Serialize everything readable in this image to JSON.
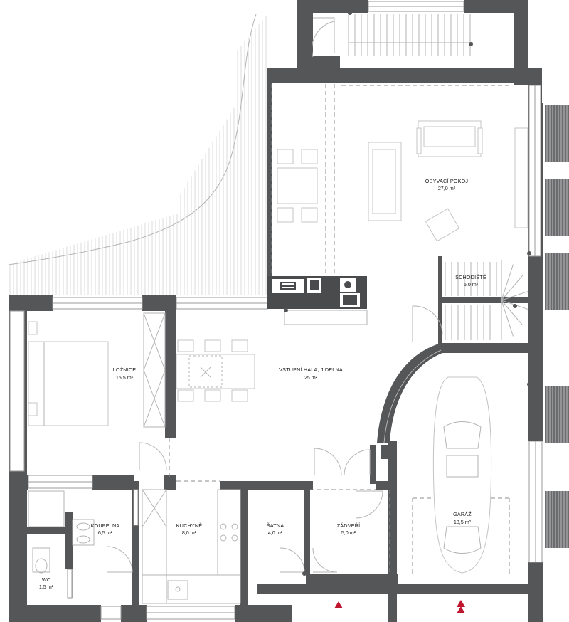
{
  "rooms": [
    {
      "id": "obyvaci",
      "name": "OBÝVACÍ POKOJ",
      "area": "27,0 m²"
    },
    {
      "id": "schodiste",
      "name": "SCHODIŠTĚ",
      "area": "5,0 m²"
    },
    {
      "id": "loznice",
      "name": "LOŽNICE",
      "area": "15,5 m²"
    },
    {
      "id": "hala",
      "name": "VSTUPNÍ HALA, JÍDELNA",
      "area": "25 m²"
    },
    {
      "id": "koupelna",
      "name": "KOUPELNA",
      "area": "6,5 m²"
    },
    {
      "id": "kuchyne",
      "name": "KUCHYNĚ",
      "area": "8,0 m²"
    },
    {
      "id": "satna",
      "name": "ŠATNA",
      "area": "4,0 m²"
    },
    {
      "id": "zadveri",
      "name": "ZÁDVEŘÍ",
      "area": "5,0 m²"
    },
    {
      "id": "garaz",
      "name": "GARÁŽ",
      "area": "18,5 m²"
    },
    {
      "id": "wc",
      "name": "WC",
      "area": "1,5 m²"
    }
  ],
  "colors": {
    "wall": "#555658",
    "line": "#b3b3b3",
    "entrance_arrow": "#c0152f"
  },
  "entrances": [
    "main-entrance-arrow",
    "garage-entrance-arrow"
  ]
}
